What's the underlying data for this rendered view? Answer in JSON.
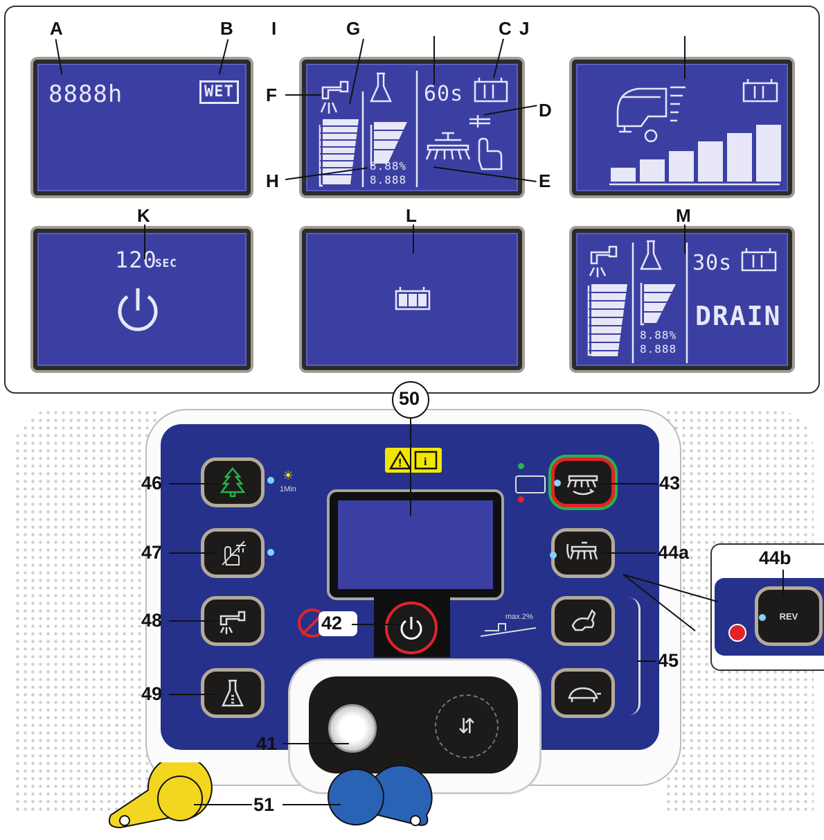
{
  "screens": {
    "A_B": {
      "hours": "8888h",
      "wet_badge": "WET"
    },
    "center_top": {
      "timer": "60s",
      "percent": "8.88%",
      "value": "8.888"
    },
    "K": {
      "timer_value": "120",
      "timer_unit": "SEC"
    },
    "M": {
      "timer": "30s",
      "percent": "8.88%",
      "value": "8.888",
      "drain": "DRAIN"
    }
  },
  "letters": {
    "A": "A",
    "B": "B",
    "C": "C",
    "D": "D",
    "E": "E",
    "F": "F",
    "G": "G",
    "H": "H",
    "I": "I",
    "J": "J",
    "K": "K",
    "L": "L",
    "M": "M"
  },
  "numbers": {
    "n41": "41",
    "n42": "42",
    "n43": "43",
    "n44a": "44a",
    "n44b": "44b",
    "n45": "45",
    "n46": "46",
    "n47": "47",
    "n48": "48",
    "n49": "49",
    "n50": "50",
    "n51": "51"
  },
  "panel": {
    "one_min": "1Min",
    "max_slope": "max.2%",
    "rev": "REV"
  },
  "colors": {
    "lcd_blue": "#3c3fa2",
    "panel_blue": "#25318b",
    "warning_yellow": "#f2e600",
    "key_yellow": "#f3d61f",
    "key_blue": "#2a63b5",
    "power_red": "#e0242a",
    "eco_green": "#27b34a"
  }
}
